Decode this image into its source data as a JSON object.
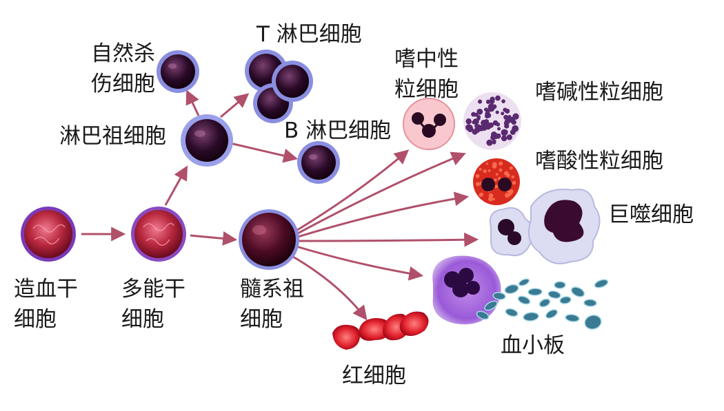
{
  "labels": {
    "hsc": [
      "造血干",
      "细胞"
    ],
    "mpp": [
      "多能干",
      "细胞"
    ],
    "myeloid": [
      "髓系祖",
      "细胞"
    ],
    "lymphoid": [
      "淋巴祖细胞"
    ],
    "nk": [
      "自然杀",
      "伤细胞"
    ],
    "tcell": [
      "T 淋巴细胞"
    ],
    "bcell": [
      "B 淋巴细胞"
    ],
    "neutrophil": [
      "嗜中性",
      "粒细胞"
    ],
    "basophil": [
      "嗜碱性粒细胞"
    ],
    "eosinophil": [
      "嗜酸性粒细胞"
    ],
    "macrophage": [
      "巨噬细胞"
    ],
    "platelet": [
      "血小板"
    ],
    "rbc": [
      "红细胞"
    ]
  },
  "colors": {
    "arrow": "#b0506a",
    "stem_fill": "#a8203a",
    "stem_ring": "#6a3ab0",
    "lymph_fill": "#2a0a28",
    "lymph_ring": "#8a8ee0",
    "rbc": "#e0202c",
    "neutrophil_bg": "#f6b8c0",
    "basophil_grain": "#5a2a70",
    "eosinophil_bg": "#d82a1e",
    "macrophage_bg": "#dcdcf2",
    "platelet": "#4a8aa0",
    "megakaryocyte": "#8a4ad0"
  }
}
